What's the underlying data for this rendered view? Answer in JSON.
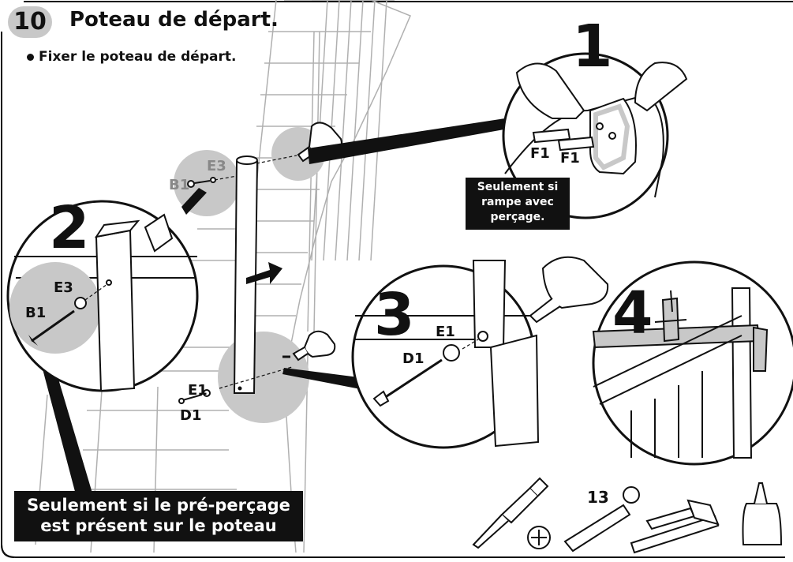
{
  "header": {
    "step_number": "10",
    "title": "Poteau de départ.",
    "instruction": "Fixer le poteau de départ."
  },
  "steps": {
    "s1": "1",
    "s2": "2",
    "s3": "3",
    "s4": "4"
  },
  "labels": {
    "f1_a": "F1",
    "f1_b": "F1",
    "e3_main": "E3",
    "b1_main": "B1",
    "e3_detail": "E3",
    "b1_detail": "B1",
    "e1_main": "E1",
    "d1_main": "D1",
    "e1_detail": "E1",
    "d1_detail": "D1",
    "wrench_size": "13"
  },
  "notes": {
    "drilled_rail": "Seulement si rampe avec perçage.",
    "predrilled_post": "Seulement si le pré-perçage est présent sur le poteau"
  },
  "tools": [
    "screwdriver-icon",
    "phillips-head-icon",
    "socket-wrench-icon",
    "clamp-icon",
    "glue-bottle-icon"
  ],
  "colors": {
    "ink": "#111111",
    "highlight": "#c8c8c8",
    "faint": "#b0b0b0"
  }
}
